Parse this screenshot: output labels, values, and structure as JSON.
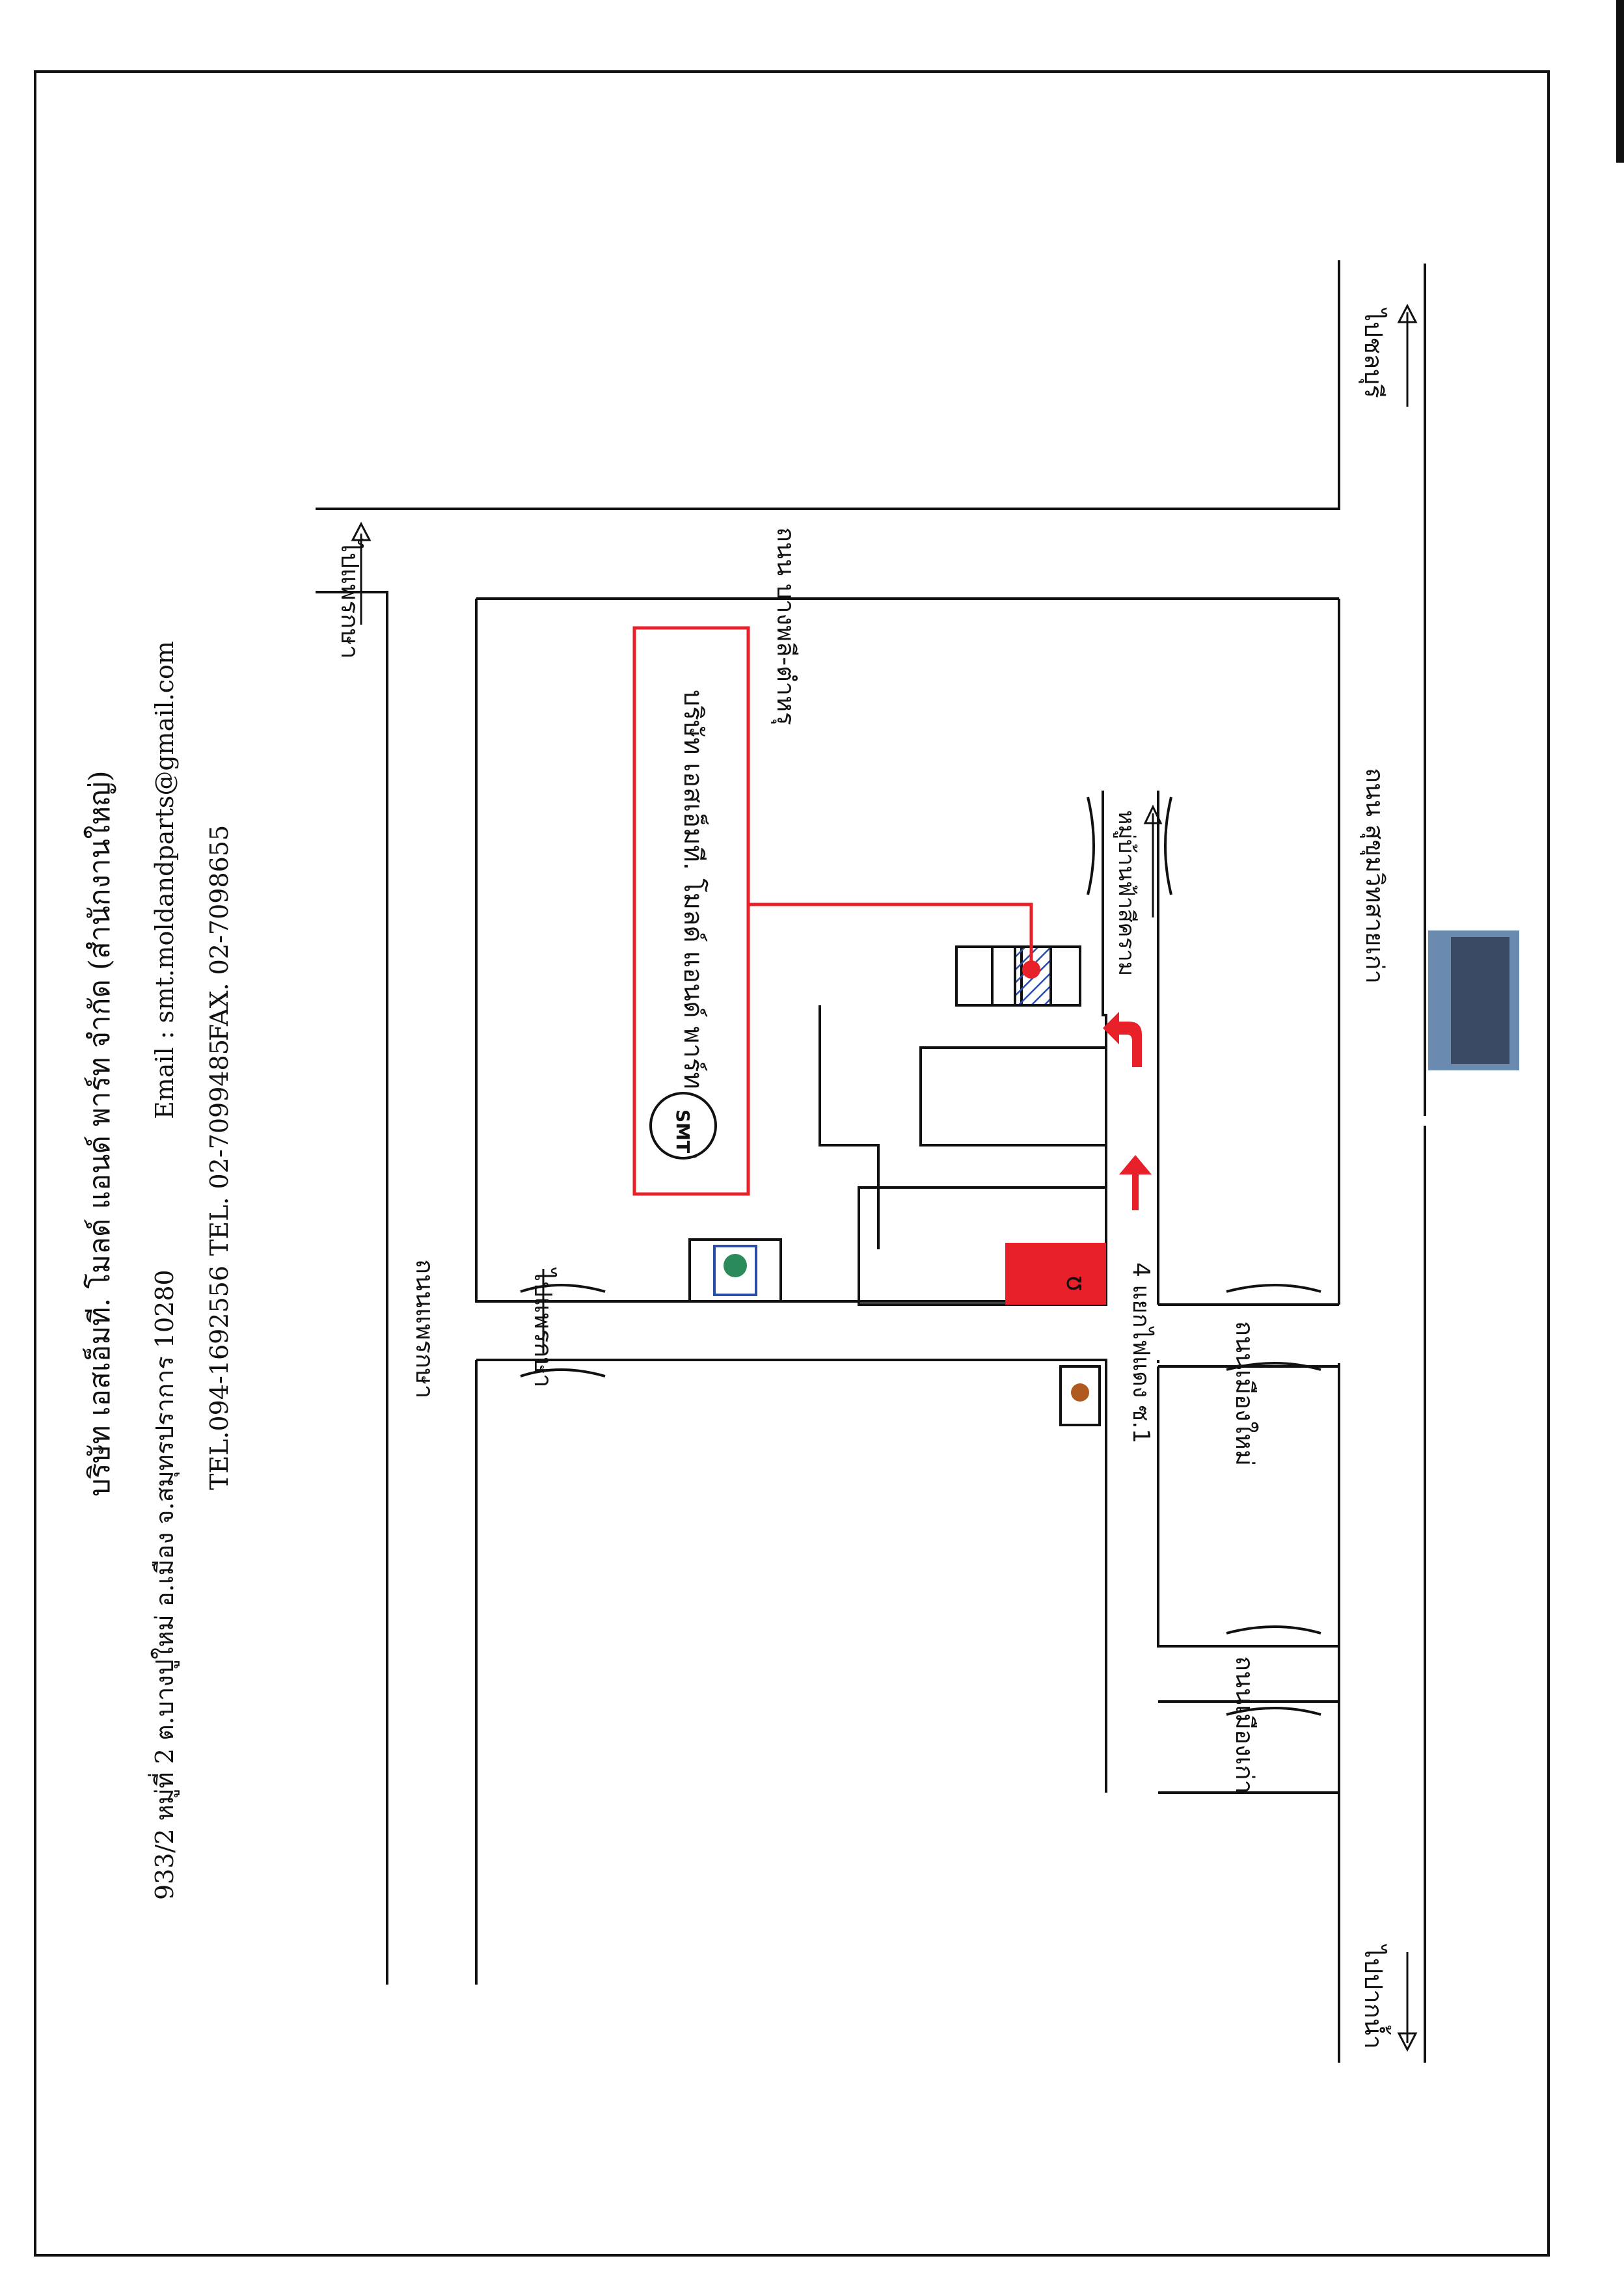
{
  "header": {
    "company_name": "บริษัท เอสเอ็มที. โมลด์ แอนด์ พาร์ท จำกัด (สำนักงานใหญ่)",
    "address": "933/2 หมู่ที่ 2 ต.บางปูใหม่ อ.เมือง จ.สมุทรปราการ 10280",
    "email": "Email : smt.moldandparts@gmail.com",
    "tel1": "TEL.094-1692556",
    "tel2": "TEL. 02-7099485",
    "fax": "FAX. 02-7098655"
  },
  "map": {
    "road_bangna_bangbo": "ถนน บางพลี-ตำหรุ",
    "road_sukhumvit_old": "ถนน สุขุมวิทสายเก่า",
    "road_phraek_sa": "ถนนแพรกษา",
    "to_chonburi": "ไปชลบุรี",
    "to_paknam": "ไปปากน้ำ",
    "to_bangna_top": "ไปแพรกษา",
    "to_bangna_mid": "ไปแพรกษา",
    "soi_label": "4 แยกไฟแดง ซ.1",
    "village_label": "หมู่บ้านฟ้าสีคราม",
    "road_muang_mai": "ถนนเมืองใหม่",
    "road_muang_kao": "ถนนเมืองเก่า",
    "company_box_label": "บริษัท เอสเอ็มที. โมลด์ แอนด์ พาร์ท จำกัด",
    "smt_logo_text": "SMT"
  },
  "colors": {
    "highlight": "#e8202a",
    "ink": "#111111",
    "hatch": "#2a4ea8"
  }
}
